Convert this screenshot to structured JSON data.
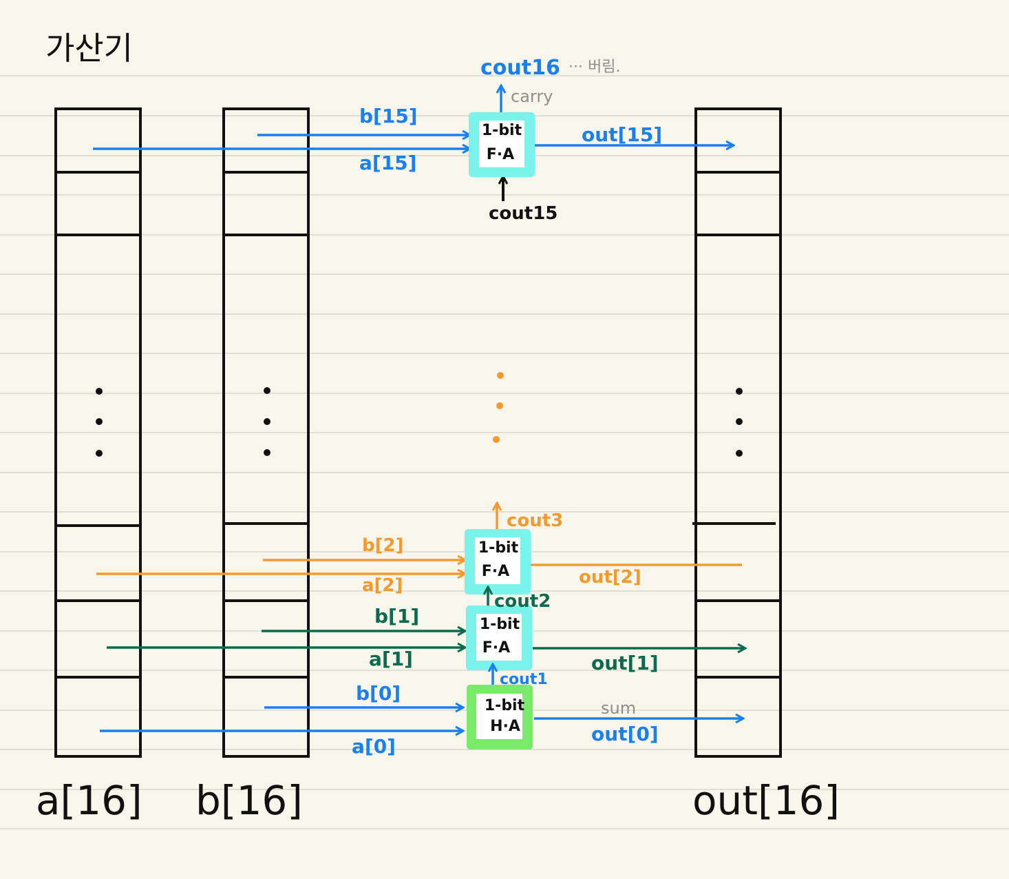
{
  "title": "가산기",
  "colors": {
    "paper": "#f8f6ea",
    "rule": "#d9d9d0",
    "ink": "#111111",
    "blue": "#1a7ff0",
    "orange": "#f29a2e",
    "green": "#0c6b4e",
    "cyan": "#7af3ea",
    "lime": "#79ea6a",
    "gray": "#8e8e8e"
  },
  "registers": {
    "a": "a[16]",
    "b": "b[16]",
    "out": "out[16]"
  },
  "adders": {
    "fa15": {
      "line1": "1-bit",
      "line2": "F·A"
    },
    "fa2": {
      "line1": "1-bit",
      "line2": "F·A"
    },
    "fa1": {
      "line1": "1-bit",
      "line2": "F·A"
    },
    "ha0": {
      "line1": "1-bit",
      "line2": "H·A"
    }
  },
  "labels": {
    "b15": "b[15]",
    "a15": "a[15]",
    "out15": "out[15]",
    "cout16": "cout16",
    "cout16_note": "··· 버림.",
    "carry": "carry",
    "cout15": "cout15",
    "cout3": "cout3",
    "b2": "b[2]",
    "a2": "a[2]",
    "out2": "out[2]",
    "cout2": "cout2",
    "b1": "b[1]",
    "a1": "a[1]",
    "out1": "out[1]",
    "cout1": "cout1",
    "b0": "b[0]",
    "a0": "a[0]",
    "sum": "sum",
    "out0": "out[0]"
  }
}
